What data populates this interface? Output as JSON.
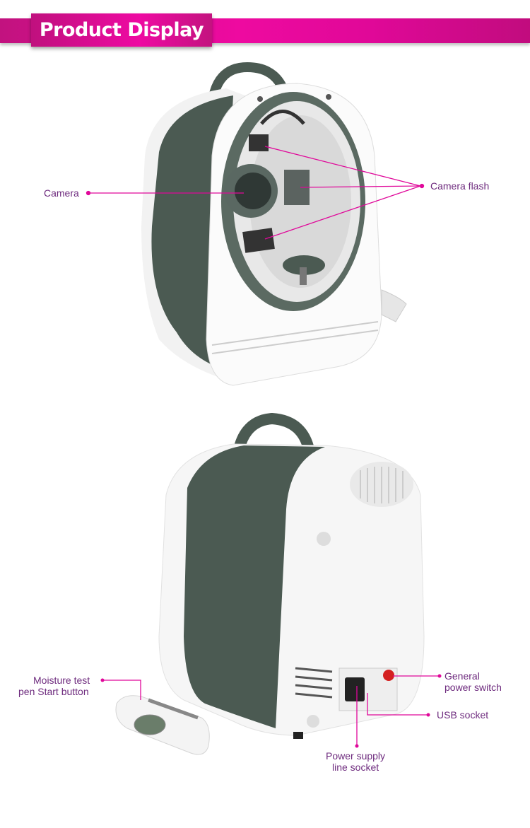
{
  "header": {
    "title": "Product Display"
  },
  "front_view": {
    "labels": {
      "camera": "Camera",
      "camera_flash": "Camera flash"
    }
  },
  "back_view": {
    "labels": {
      "moisture_pen_line1": "Moisture test",
      "moisture_pen_line2": "pen Start button",
      "power_switch_line1": "General",
      "power_switch_line2": "power switch",
      "usb_socket": "USB socket",
      "power_supply_line1": "Power supply",
      "power_supply_line2": "line socket"
    }
  },
  "colors": {
    "accent": "#e0089a",
    "label_text": "#6e2b7e",
    "device_green": "#4b5a52"
  }
}
